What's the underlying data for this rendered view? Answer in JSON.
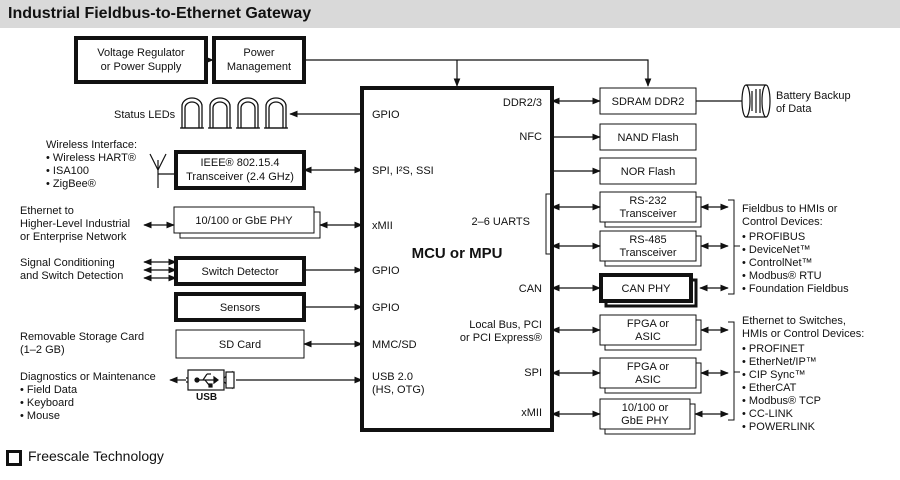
{
  "title": "Industrial Fieldbus-to-Ethernet Gateway",
  "legend": "Freescale Technology",
  "mcu": {
    "title": "MCU or MPU",
    "left_ports": {
      "gpio_leds": "GPIO",
      "spi": "SPI, I²S, SSI",
      "xmii": "xMII",
      "gpio_switch": "GPIO",
      "gpio_sensors": "GPIO",
      "mmc": "MMC/SD",
      "usb1": "USB 2.0",
      "usb2": "(HS, OTG)"
    },
    "right_ports": {
      "ddr": "DDR2/3",
      "nfc": "NFC",
      "uarts": "2–6 UARTS",
      "can": "CAN",
      "local1": "Local Bus, PCI",
      "local2": "or PCI Express®",
      "spi": "SPI",
      "xmii": "xMII"
    }
  },
  "blocks": {
    "voltage1": "Voltage Regulator",
    "voltage2": "or Power Supply",
    "power1": "Power",
    "power2": "Management",
    "ieee1": "IEEE® 802.15.4",
    "ieee2": "Transceiver (2.4 GHz)",
    "phy_left": "10/100 or GbE PHY",
    "switch_detector": "Switch Detector",
    "sensors": "Sensors",
    "sdcard": "SD Card",
    "sdram": "SDRAM DDR2",
    "nand": "NAND Flash",
    "nor": "NOR Flash",
    "rs232_1": "RS-232",
    "rs232_2": "Transceiver",
    "rs485_1": "RS-485",
    "rs485_2": "Transceiver",
    "canphy": "CAN PHY",
    "fpga1_1": "FPGA or",
    "fpga1_2": "ASIC",
    "fpga2_1": "FPGA or",
    "fpga2_2": "ASIC",
    "phy_right1": "10/100 or",
    "phy_right2": "GbE PHY"
  },
  "labels": {
    "status_leds": "Status LEDs",
    "wireless_title": "Wireless Interface:",
    "wireless_items": [
      "Wireless HART®",
      "ISA100",
      "ZigBee®"
    ],
    "ethernet_left": [
      "Ethernet to",
      "Higher-Level Industrial",
      "or Enterprise Network"
    ],
    "signal": [
      "Signal Conditioning",
      "and Switch Detection"
    ],
    "storage": [
      "Removable Storage Card",
      "(1–2 GB)"
    ],
    "diag_title": "Diagnostics or Maintenance",
    "diag_items": [
      "Field Data",
      "Keyboard",
      "Mouse"
    ],
    "usb": "USB",
    "battery": [
      "Battery Backup",
      "of Data"
    ],
    "fieldbus_title": [
      "Fieldbus to HMIs or",
      "Control Devices:"
    ],
    "fieldbus_items": [
      "PROFIBUS",
      "DeviceNet™",
      "ControlNet™",
      "Modbus® RTU",
      "Foundation Fieldbus"
    ],
    "ethernet_right_title": [
      "Ethernet to Switches,",
      "HMIs or Control Devices:"
    ],
    "ethernet_right_items": [
      "PROFINET",
      "EtherNet/IP™",
      "CIP Sync™",
      "EtherCAT",
      "Modbus® TCP",
      "CC-LINK",
      "POWERLINK"
    ]
  }
}
